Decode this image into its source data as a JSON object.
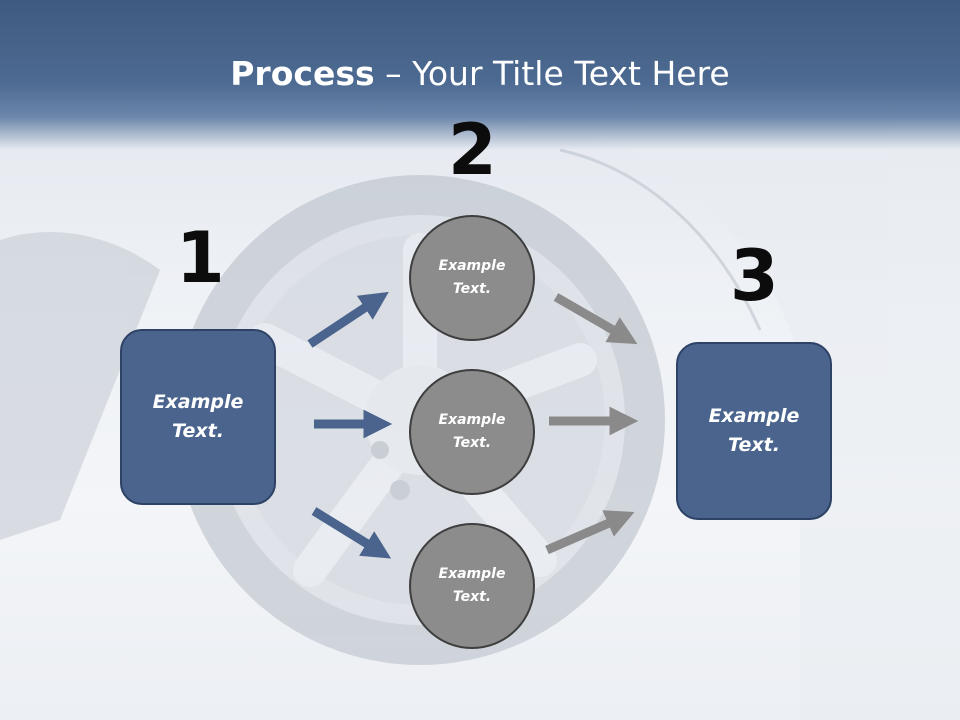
{
  "slide": {
    "title_bold": "Process",
    "title_rest": " – Your Title Text Here",
    "steps": [
      {
        "number": "1",
        "label_line1": "Example",
        "label_line2": "Text."
      },
      {
        "number": "2",
        "items": [
          {
            "label_line1": "Example",
            "label_line2": "Text."
          },
          {
            "label_line1": "Example",
            "label_line2": "Text."
          },
          {
            "label_line1": "Example",
            "label_line2": "Text."
          }
        ]
      },
      {
        "number": "3",
        "label_line1": "Example",
        "label_line2": "Text."
      }
    ]
  },
  "colors": {
    "title_band": "#4d6a92",
    "box_fill": "#4a648d",
    "circle_fill": "#8c8c8c",
    "arrow_blue": "#4a648d",
    "arrow_gray": "#8a8a8a"
  }
}
